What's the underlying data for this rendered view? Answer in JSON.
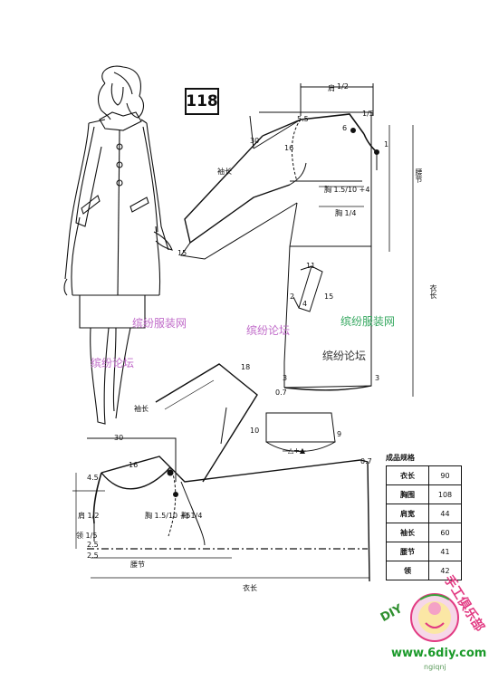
{
  "pattern_number": "118",
  "watermarks": [
    "缤纷服装网",
    "缤纷论坛",
    "缤纷服装网",
    "缤纷论坛",
    "缤纷论坛"
  ],
  "labels": {
    "shoulder": "肩",
    "half": "1/2",
    "one_fifth": "1/5",
    "n5_5": "5.5",
    "n6": "6",
    "n1": "1",
    "n30_top": "30",
    "n16_top": "16",
    "sleeve_len": "袖长",
    "chest_formula": "胸 1.5/10 +4",
    "chest_quarter": "胸 1/4",
    "waist_v": "腰节",
    "coat_len_v": "衣长",
    "n15_sleeve": "15",
    "n11": "11",
    "n2": "2",
    "n4": "4",
    "n15_pocket": "15",
    "n3a": "3",
    "n3b": "3",
    "n0_7": "0.7",
    "n18": "18",
    "n30_bot": "30",
    "n16_bot": "16",
    "n4_5": "4.5",
    "shoulder_half_bot": "肩 1/2",
    "collar": "领 1/5",
    "n2_5a": "2.5",
    "n2_5b": "2.5",
    "chest_formula_bot": "胸 1.5/10 +5",
    "chest_quarter_bot": "胸 1/4",
    "waist_h": "腰节",
    "coat_len_h": "衣长",
    "n10": "10",
    "n9": "9",
    "triangle": "△+▲",
    "n0_7_bot": "0.7"
  },
  "spec_table": {
    "title": "成品规格",
    "rows": [
      {
        "k": "衣长",
        "v": "90"
      },
      {
        "k": "胸围",
        "v": "108"
      },
      {
        "k": "肩宽",
        "v": "44"
      },
      {
        "k": "袖长",
        "v": "60"
      },
      {
        "k": "腰节",
        "v": "41"
      },
      {
        "k": "领",
        "v": "42"
      }
    ]
  },
  "logo": {
    "text_left": "DIY",
    "text_right": "手工俱乐部",
    "site": "www.6diy.com",
    "sub": "ngiqnj"
  }
}
